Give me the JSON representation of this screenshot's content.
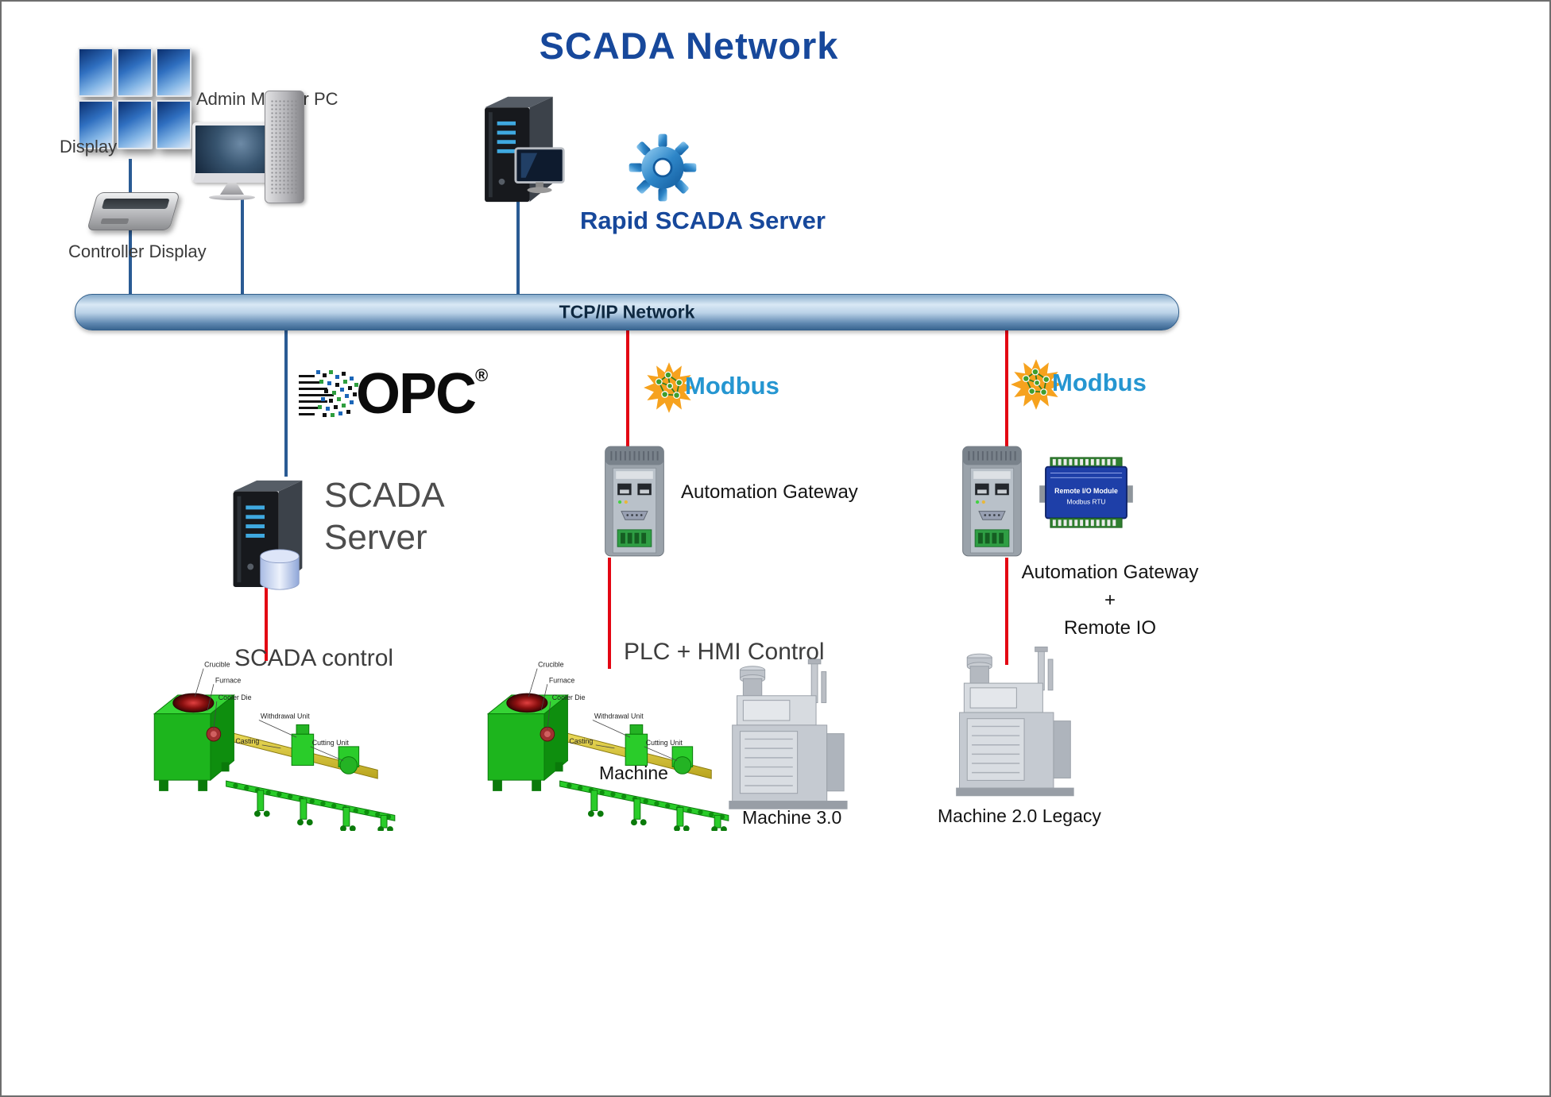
{
  "title": "SCADA Network",
  "bus": {
    "label": "TCP/IP Network"
  },
  "top": {
    "display_label": "Display",
    "admin_pc_label": "Admin Monitor PC",
    "controller_label": "Controller Display",
    "rapid_server_label": "Rapid SCADA Server"
  },
  "left": {
    "opc_text": "OPC",
    "opc_reg": "®",
    "server_line1": "SCADA",
    "server_line2": "Server",
    "control_label": "SCADA control"
  },
  "middle": {
    "modbus_label": "Modbus",
    "gateway_label": "Automation Gateway",
    "control_label": "PLC + HMI Control",
    "machine_label": "Machine",
    "machine3_label": "Machine 3.0"
  },
  "right": {
    "modbus_label": "Modbus",
    "gateway_line1": "Automation Gateway",
    "gateway_line2": "+",
    "gateway_line3": "Remote IO",
    "machine_label": "Machine 2.0 Legacy"
  },
  "annotations": {
    "crucible": "Crucible",
    "furnace": "Furnace",
    "cooler_die": "Cooler Die",
    "withdrawal_unit": "Withdrawal Unit",
    "casting": "Casting",
    "cutting_unit": "Cutting Unit"
  },
  "remote_io_module": {
    "line1": "Remote I/O Module",
    "line2": "Modbus RTU"
  },
  "colors": {
    "title_blue": "#17489B",
    "bus_blue": "#3A6590",
    "line_blue": "#2A5B94",
    "line_red": "#E30613",
    "modbus_text_blue": "#2596D1",
    "modbus_icon_orange": "#F6A21E",
    "machine_green": "#22BB22",
    "server_led_blue": "#3FA9E0"
  }
}
